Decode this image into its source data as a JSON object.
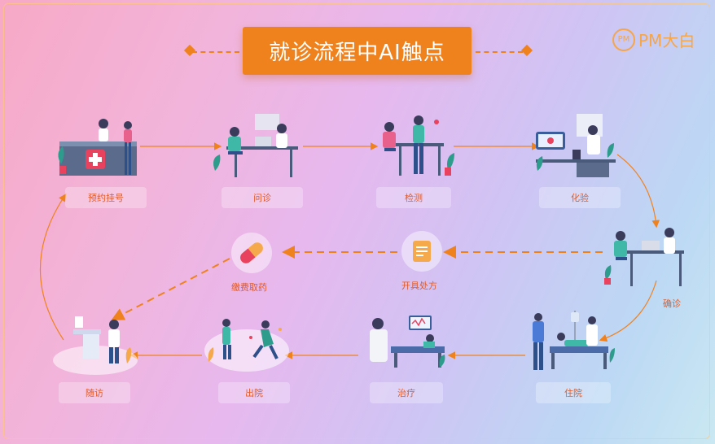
{
  "title": "就诊流程中AI触点",
  "logo": {
    "mark": "PM",
    "text": "PM大白"
  },
  "steps": {
    "s1": "预约挂号",
    "s2": "问诊",
    "s3": "检测",
    "s4": "化验",
    "s5": "确诊",
    "s6": "开具处方",
    "s7": "缴费取药",
    "s8": "随访",
    "s9": "出院",
    "s10": "治疗",
    "s11": "住院"
  },
  "colors": {
    "accent": "#f0821e",
    "label": "#e35a25"
  }
}
